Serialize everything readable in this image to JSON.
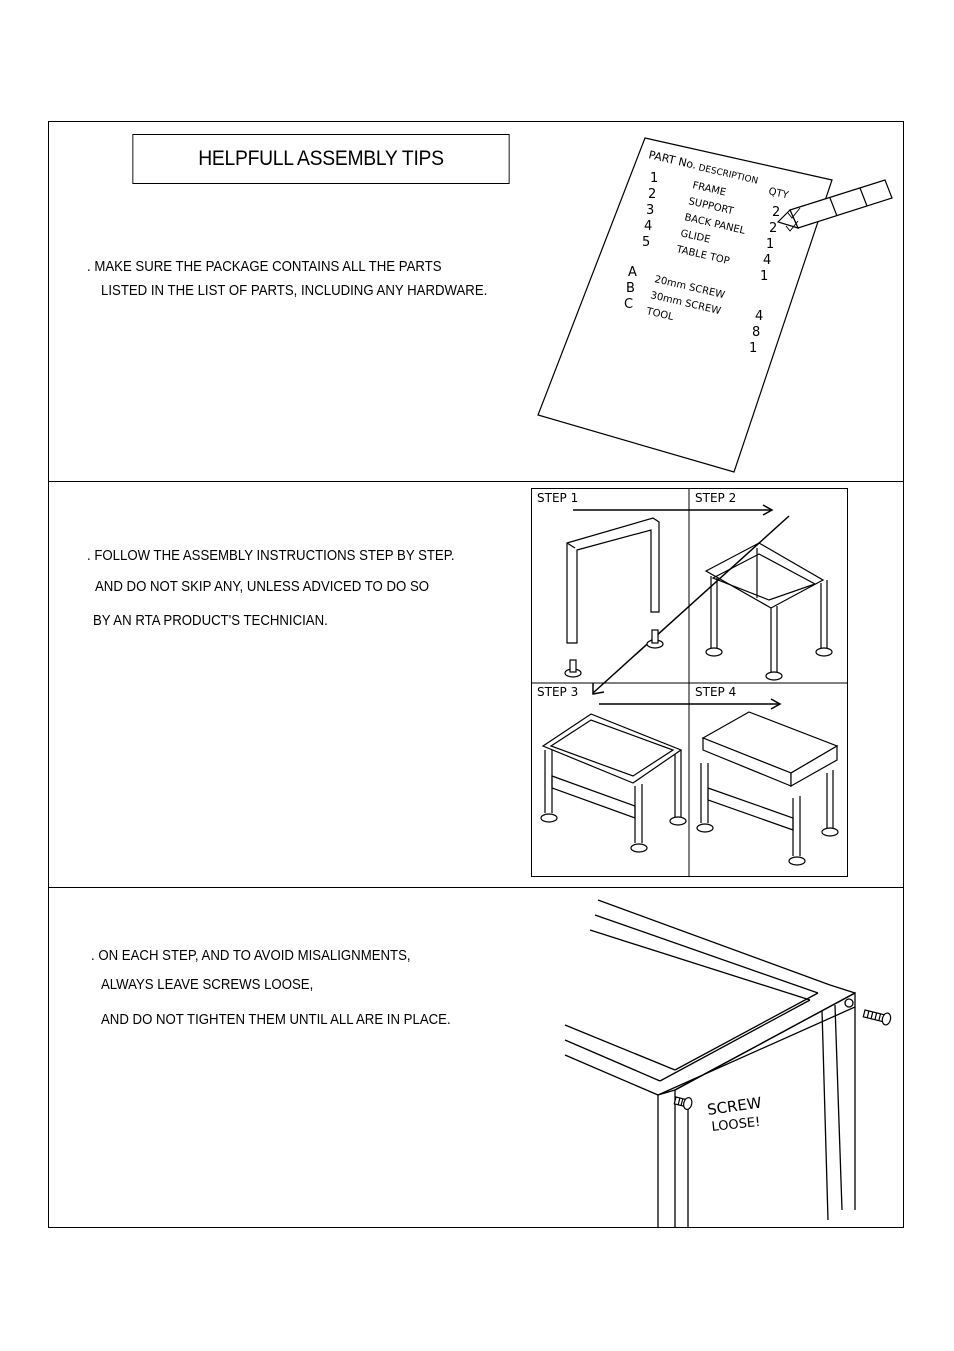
{
  "title": "HELPFULL ASSEMBLY TIPS",
  "tip1": {
    "line1": ". MAKE SURE THE PACKAGE CONTAINS ALL THE PARTS",
    "line2": "LISTED IN THE LIST OF PARTS, INCLUDING ANY HARDWARE."
  },
  "tip2": {
    "line1": ". FOLLOW THE ASSEMBLY INSTRUCTIONS STEP BY STEP.",
    "line2": "AND DO NOT SKIP ANY, UNLESS ADVICED TO DO SO",
    "line3": "BY AN RTA PRODUCT'S TECHNICIAN."
  },
  "tip3": {
    "line1": ". ON EACH STEP, AND TO AVOID MISALIGNMENTS,",
    "line2": "ALWAYS LEAVE SCREWS LOOSE,",
    "line3": "AND DO NOT TIGHTEN THEM UNTIL ALL ARE IN PLACE."
  },
  "parts_list": {
    "headers": [
      "PART No.",
      "DESCRIPTION",
      "QTY"
    ],
    "rows": [
      {
        "no": "1",
        "desc": "FRAME",
        "qty": "2"
      },
      {
        "no": "2",
        "desc": "SUPPORT",
        "qty": "2"
      },
      {
        "no": "3",
        "desc": "BACK PANEL",
        "qty": "1"
      },
      {
        "no": "4",
        "desc": "GLIDE",
        "qty": "4"
      },
      {
        "no": "5",
        "desc": "TABLE TOP",
        "qty": "1"
      },
      {
        "no": "A",
        "desc": "20mm SCREW",
        "qty": "4"
      },
      {
        "no": "B",
        "desc": "30mm SCREW",
        "qty": "8"
      },
      {
        "no": "C",
        "desc": "TOOL",
        "qty": "1"
      }
    ]
  },
  "steps": [
    "STEP 1",
    "STEP 2",
    "STEP 3",
    "STEP 4"
  ],
  "screw_note": {
    "line1": "SCREW",
    "line2": "LOOSE!"
  }
}
